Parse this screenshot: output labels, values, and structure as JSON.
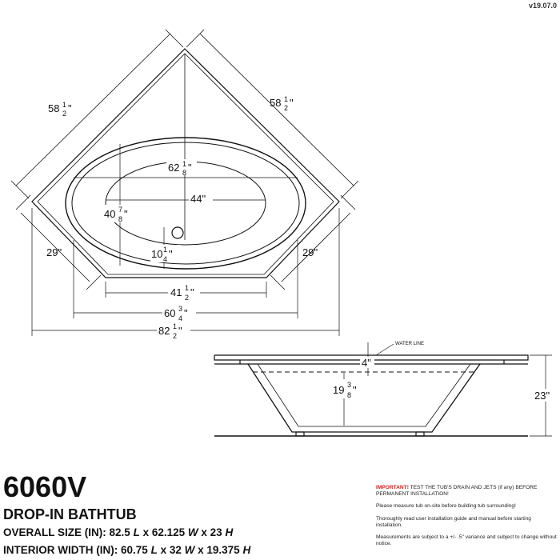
{
  "header": {
    "version": "v19.07.0"
  },
  "top_view": {
    "dims": {
      "left_diagonal": {
        "whole": "58",
        "num": "1",
        "den": "2",
        "unit": "\""
      },
      "right_diagonal": {
        "whole": "58",
        "num": "1",
        "den": "2",
        "unit": "\""
      },
      "bowl_length": {
        "whole": "62",
        "num": "1",
        "den": "8",
        "unit": "\""
      },
      "bowl_floor_length": {
        "text": "44\""
      },
      "bowl_width": {
        "whole": "40",
        "num": "7",
        "den": "8",
        "unit": "\""
      },
      "drain_offset": {
        "whole": "10",
        "num": "1",
        "den": "4",
        "unit": "\""
      },
      "left_side": {
        "text": "29\""
      },
      "right_side": {
        "text": "29\""
      },
      "front_face": {
        "whole": "41",
        "num": "1",
        "den": "2",
        "unit": "\""
      },
      "interior_width": {
        "whole": "60",
        "num": "3",
        "den": "4",
        "unit": "\""
      },
      "overall_width": {
        "whole": "82",
        "num": "1",
        "den": "2",
        "unit": "\""
      }
    }
  },
  "side_view": {
    "water_line_label": "WATER LINE",
    "water_depth": {
      "text": "4\""
    },
    "interior_depth": {
      "whole": "19",
      "num": "3",
      "den": "8",
      "unit": "\""
    },
    "overall_height": {
      "text": "23\""
    }
  },
  "product": {
    "model": "6060V",
    "type": "DROP-IN BATHTUB",
    "overall_size": {
      "label": "OVERALL SIZE (IN):",
      "l": "82.5",
      "l_unit": "L",
      "w": "62.125",
      "w_unit": "W",
      "h": "23",
      "h_unit": "H"
    },
    "interior": {
      "label": "INTERIOR WIDTH (IN):",
      "l": "60.75",
      "l_unit": "L",
      "w": "32",
      "w_unit": "W",
      "h": "19.375",
      "h_unit": "H"
    }
  },
  "notes": {
    "important_label": "IMPORTANT!",
    "important_text": " TEST THE TUB'S DRAIN AND JETS (if any) BEFORE PERMANENT INSTALLATION!",
    "note1": "Please measure tub on-site before building tub surrounding!",
    "note2": "Thoroughly read user installation guide and manual before starting installation.",
    "note3": "Measurements are subject to a +/- .5\" variance and subject to change without notice."
  },
  "colors": {
    "line": "#111111",
    "important": "#d42020",
    "background": "#ffffff"
  }
}
